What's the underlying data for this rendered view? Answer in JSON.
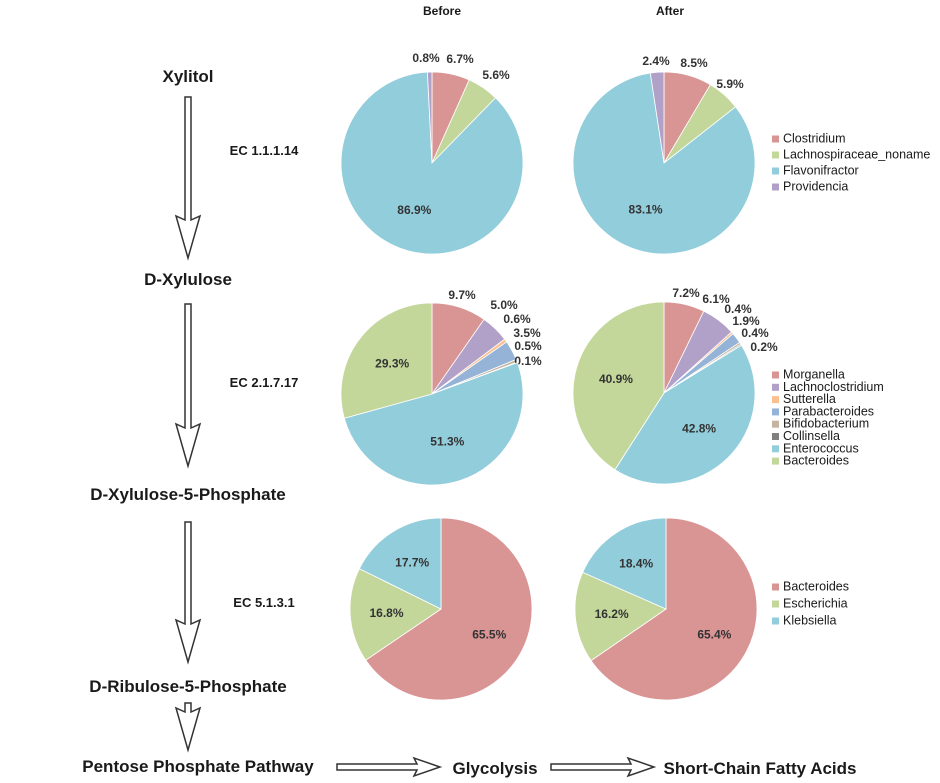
{
  "headers": {
    "before": "Before",
    "after": "After"
  },
  "pathway": {
    "nodes": [
      "Xylitol",
      "D-Xylulose",
      "D-Xylulose-5-Phosphate",
      "D-Ribulose-5-Phosphate"
    ],
    "enzymes": [
      "EC 1.1.1.14",
      "EC 2.1.7.17",
      "EC 5.1.3.1"
    ],
    "downstream": [
      "Pentose Phosphate Pathway",
      "Glycolysis",
      "Short-Chain Fatty Acids"
    ]
  },
  "colors": {
    "Clostridium": "#d99594",
    "Lachnospiraceae_noname": "#c4d79b",
    "Flavonifractor": "#92cddc",
    "Providencia": "#b1a0c7",
    "Morganella": "#d99594",
    "Lachnoclostridium": "#b1a0c7",
    "Sutterella": "#fac090",
    "Parabacteroides": "#95b3d7",
    "Bifidobacterium": "#c4b5a0",
    "Collinsella": "#808080",
    "Enterococcus": "#92cddc",
    "Bacteroides": "#c4d79b",
    "Escherichia": "#c4d79b",
    "Klebsiella": "#92cddc",
    "Bacteroides_ec5": "#d99594"
  },
  "chart_data": [
    {
      "type": "pie",
      "enzyme": "EC 1.1.1.14",
      "condition": "Before",
      "slices": [
        {
          "label": "Clostridium",
          "value": 6.7,
          "text": "6.7%"
        },
        {
          "label": "Lachnospiraceae_noname",
          "value": 5.6,
          "text": "5.6%"
        },
        {
          "label": "Flavonifractor",
          "value": 86.9,
          "text": "86.9%"
        },
        {
          "label": "Providencia",
          "value": 0.8,
          "text": "0.8%"
        }
      ]
    },
    {
      "type": "pie",
      "enzyme": "EC 1.1.1.14",
      "condition": "After",
      "slices": [
        {
          "label": "Clostridium",
          "value": 8.5,
          "text": "8.5%"
        },
        {
          "label": "Lachnospiraceae_noname",
          "value": 5.9,
          "text": "5.9%"
        },
        {
          "label": "Flavonifractor",
          "value": 83.1,
          "text": "83.1%"
        },
        {
          "label": "Providencia",
          "value": 2.4,
          "text": "2.4%"
        }
      ]
    },
    {
      "type": "pie",
      "enzyme": "EC 2.1.7.17",
      "condition": "Before",
      "slices": [
        {
          "label": "Morganella",
          "value": 9.7,
          "text": "9.7%"
        },
        {
          "label": "Lachnoclostridium",
          "value": 5.0,
          "text": "5.0%"
        },
        {
          "label": "Sutterella",
          "value": 0.6,
          "text": "0.6%"
        },
        {
          "label": "Parabacteroides",
          "value": 3.5,
          "text": "3.5%"
        },
        {
          "label": "Bifidobacterium",
          "value": 0.5,
          "text": "0.5%"
        },
        {
          "label": "Collinsella",
          "value": 0.1,
          "text": "0.1%"
        },
        {
          "label": "Enterococcus",
          "value": 51.3,
          "text": "51.3%"
        },
        {
          "label": "Bacteroides",
          "value": 29.3,
          "text": "29.3%"
        }
      ]
    },
    {
      "type": "pie",
      "enzyme": "EC 2.1.7.17",
      "condition": "After",
      "slices": [
        {
          "label": "Morganella",
          "value": 7.2,
          "text": "7.2%"
        },
        {
          "label": "Lachnoclostridium",
          "value": 6.1,
          "text": "6.1%"
        },
        {
          "label": "Sutterella",
          "value": 0.4,
          "text": "0.4%"
        },
        {
          "label": "Parabacteroides",
          "value": 1.9,
          "text": "1.9%"
        },
        {
          "label": "Bifidobacterium",
          "value": 0.4,
          "text": "0.4%"
        },
        {
          "label": "Collinsella",
          "value": 0.2,
          "text": "0.2%"
        },
        {
          "label": "Enterococcus",
          "value": 42.8,
          "text": "42.8%"
        },
        {
          "label": "Bacteroides",
          "value": 40.9,
          "text": "40.9%"
        }
      ]
    },
    {
      "type": "pie",
      "enzyme": "EC 5.1.3.1",
      "condition": "Before",
      "slices": [
        {
          "label": "Bacteroides",
          "value": 65.5,
          "text": "65.5%"
        },
        {
          "label": "Escherichia",
          "value": 16.8,
          "text": "16.8%"
        },
        {
          "label": "Klebsiella",
          "value": 17.7,
          "text": "17.7%"
        }
      ]
    },
    {
      "type": "pie",
      "enzyme": "EC 5.1.3.1",
      "condition": "After",
      "slices": [
        {
          "label": "Bacteroides",
          "value": 65.4,
          "text": "65.4%"
        },
        {
          "label": "Escherichia",
          "value": 16.2,
          "text": "16.2%"
        },
        {
          "label": "Klebsiella",
          "value": 18.4,
          "text": "18.4%"
        }
      ]
    }
  ],
  "legends": [
    [
      "Clostridium",
      "Lachnospiraceae_noname",
      "Flavonifractor",
      "Providencia"
    ],
    [
      "Morganella",
      "Lachnoclostridium",
      "Sutterella",
      "Parabacteroides",
      "Bifidobacterium",
      "Collinsella",
      "Enterococcus",
      "Bacteroides"
    ],
    [
      "Bacteroides",
      "Escherichia",
      "Klebsiella"
    ]
  ]
}
